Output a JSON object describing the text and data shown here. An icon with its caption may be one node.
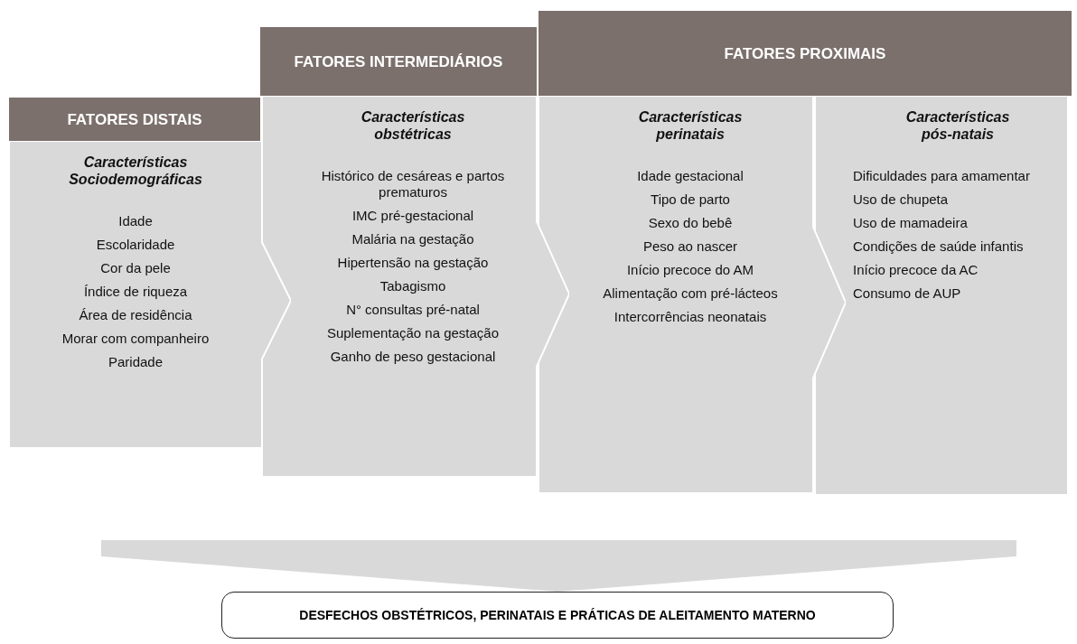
{
  "diagram": {
    "nodes": [
      {
        "text": [
          "FATORES DISTAIS"
        ]
      },
      {
        "text": [
          "FATORES INTERMEDIÁRIOS"
        ]
      },
      {
        "text": [
          "FATORES PROXIMAIS"
        ]
      },
      {
        "text": [
          "Características Sociodemográficas",
          "Idade",
          "Escolaridade",
          "Cor da pele",
          "Índice de riqueza",
          "Área de residência",
          "Morar com companheiro",
          "Paridade"
        ]
      },
      {
        "text": [
          "Características obstétricas",
          "Histórico de cesáreas e partos prematuros",
          "IMC pré-gestacional",
          "Malária na gestação",
          "Hipertensão na gestação",
          "Tabagismo",
          "N° consultas pré-natal",
          "Suplementação na gestação",
          "Ganho de peso gestacional"
        ]
      },
      {
        "text": [
          "Características perinatais",
          "Idade gestacional",
          "Tipo de parto",
          "Sexo do bebê",
          "Peso ao nascer",
          "Início precoce do AM",
          "Alimentação com pré-lácteos",
          "Intercorrências neonatais"
        ]
      },
      {
        "text": [
          "Características pós-natais",
          "Dificuldades para amamentar",
          "Uso de chupeta",
          "Uso de mamadeira",
          "Condições de saúde infantis",
          "Início precoce da AC",
          "Consumo de AUP"
        ]
      },
      {
        "text": [
          "DESFECHOS OBSTÉTRICOS, PERINATAIS E PRÁTICAS DE ALEITAMENTO MATERNO"
        ]
      }
    ],
    "edges": [
      {
        "from": null,
        "to": 7,
        "arrow": "to"
      }
    ]
  }
}
